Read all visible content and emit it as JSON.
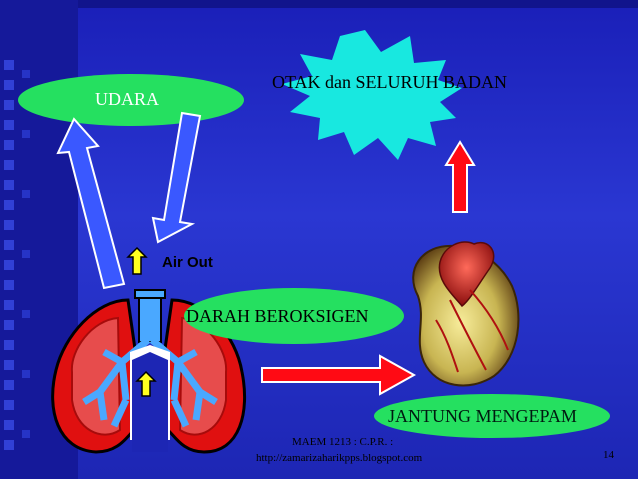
{
  "slide": {
    "labels": {
      "udara": "UDARA",
      "otak": "OTAK dan SELURUH BADAN",
      "air_out": "Air Out",
      "darah": "DARAH BEROKSIGEN",
      "jantung": "JANTUNG MENGEPAM"
    },
    "footer": {
      "line1": "MAEM 1213 : C.P.R. :",
      "line2": "http://zamarizaharikpps.blogspot.com",
      "page_number": "14"
    }
  },
  "colors": {
    "background": "#2330c8",
    "ellipse_green": "#25e060",
    "starburst": "#18e8e0",
    "arrow_blue": "#3a58ff",
    "arrow_red": "#ff0a14",
    "lung_red": "#e01010",
    "airway_blue": "#4aa8ff",
    "yellow_arrow": "#ffff20"
  },
  "icons": [
    "yellow-up-arrow-icon",
    "blue-up-arrow-icon",
    "blue-down-arrow-icon",
    "red-up-arrow-icon",
    "red-right-arrow-icon"
  ]
}
